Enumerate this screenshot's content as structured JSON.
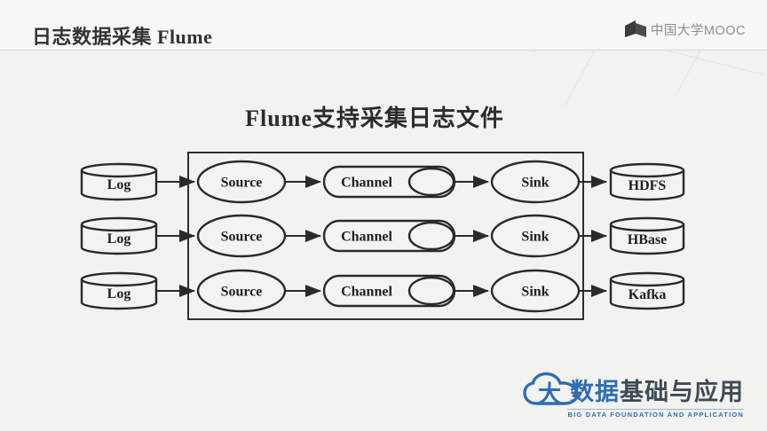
{
  "header": {
    "title": "日志数据采集 Flume",
    "brand": {
      "name": "中国大学MOOC",
      "icon": "open-book-logo-icon"
    }
  },
  "slide": {
    "heading": "Flume支持采集日志文件"
  },
  "diagram": {
    "rows": [
      {
        "input": "Log",
        "source": "Source",
        "channel": "Channel",
        "sink": "Sink",
        "output": "HDFS"
      },
      {
        "input": "Log",
        "source": "Source",
        "channel": "Channel",
        "sink": "Sink",
        "output": "HBase"
      },
      {
        "input": "Log",
        "source": "Source",
        "channel": "Channel",
        "sink": "Sink",
        "output": "Kafka"
      }
    ]
  },
  "footer_logo": {
    "cloud_char": "大",
    "blue_text": "数据",
    "dark_text": "基础与应用",
    "subtitle": "BIG DATA FOUNDATION AND APPLICATION"
  },
  "colors": {
    "accent_blue": "#2e6db4",
    "logo_dark": "#3e4a56",
    "diagram_stroke": "#2a2a28",
    "background": "#f2f2ef"
  }
}
